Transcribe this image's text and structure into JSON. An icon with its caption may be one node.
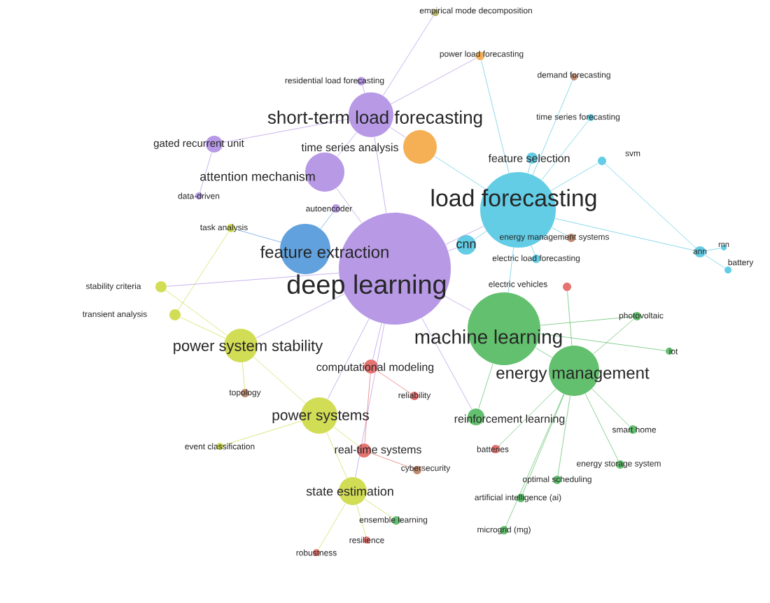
{
  "diagram": {
    "nodes": [
      {
        "text": [
          "empirical mode decomposition"
        ]
      },
      {
        "text": [
          "power load forecasting"
        ]
      },
      {
        "text": [
          "residential load forecasting"
        ]
      },
      {
        "text": [
          "demand forecasting"
        ]
      },
      {
        "text": [
          "short-term load forecasting"
        ]
      },
      {
        "text": [
          "time series forecasting"
        ]
      },
      {
        "text": [
          "gated recurrent unit"
        ]
      },
      {
        "text": [
          "time series analysis"
        ]
      },
      {
        "text": [
          "svm"
        ]
      },
      {
        "text": [
          "attention mechanism"
        ]
      },
      {
        "text": [
          "load forecasting"
        ]
      },
      {
        "text": [
          "feature selection"
        ]
      },
      {
        "text": [
          "data-driven"
        ]
      },
      {
        "text": [
          "autoencoder"
        ]
      },
      {
        "text": [
          "task analysis"
        ]
      },
      {
        "text": [
          "feature extraction"
        ]
      },
      {
        "text": [
          "energy management systems"
        ]
      },
      {
        "text": [
          "cnn"
        ]
      },
      {
        "text": [
          "ann"
        ]
      },
      {
        "text": [
          "rnn"
        ]
      },
      {
        "text": [
          "battery"
        ]
      },
      {
        "text": [
          "electric load forecasting"
        ]
      },
      {
        "text": [
          "deep learning"
        ]
      },
      {
        "text": [
          "stability criteria"
        ]
      },
      {
        "text": [
          "electric vehicles"
        ]
      },
      {
        "text": [
          "photovoltaic"
        ]
      },
      {
        "text": [
          "transient analysis"
        ]
      },
      {
        "text": [
          "machine learning"
        ]
      },
      {
        "text": [
          "iot"
        ]
      },
      {
        "text": [
          "power system stability"
        ]
      },
      {
        "text": [
          "computational modeling"
        ]
      },
      {
        "text": [
          "energy management"
        ]
      },
      {
        "text": [
          "reliability"
        ]
      },
      {
        "text": [
          "topology"
        ]
      },
      {
        "text": [
          "power systems"
        ]
      },
      {
        "text": [
          "reinforcement learning"
        ]
      },
      {
        "text": [
          "smart home"
        ]
      },
      {
        "text": [
          "batteries"
        ]
      },
      {
        "text": [
          "real-time systems"
        ]
      },
      {
        "text": [
          "cybersecurity"
        ]
      },
      {
        "text": [
          "event classification"
        ]
      },
      {
        "text": [
          "energy storage system"
        ]
      },
      {
        "text": [
          "optimal scheduling"
        ]
      },
      {
        "text": [
          "state estimation"
        ]
      },
      {
        "text": [
          "artificial intelligence (ai)"
        ]
      },
      {
        "text": [
          "ensemble learning"
        ]
      },
      {
        "text": [
          "microgrid (mg)"
        ]
      },
      {
        "text": [
          "resilience"
        ]
      },
      {
        "text": [
          "robustness"
        ]
      }
    ],
    "edges": [
      {
        "from": 22,
        "to": 27,
        "arrow": "none",
        "color": "#a57fe0"
      },
      {
        "from": 22,
        "to": 10,
        "arrow": "none",
        "color": "#a57fe0"
      },
      {
        "from": 22,
        "to": 15,
        "arrow": "none",
        "color": "#a57fe0"
      },
      {
        "from": 22,
        "to": 4,
        "arrow": "none",
        "color": "#a57fe0"
      },
      {
        "from": 22,
        "to": 9,
        "arrow": "none",
        "color": "#a57fe0"
      },
      {
        "from": 22,
        "to": 29,
        "arrow": "none",
        "color": "#a57fe0"
      },
      {
        "from": 22,
        "to": 34,
        "arrow": "none",
        "color": "#a57fe0"
      },
      {
        "from": 22,
        "to": 30,
        "arrow": "none",
        "color": "#a57fe0"
      },
      {
        "from": 22,
        "to": 17,
        "arrow": "none",
        "color": "#a57fe0"
      },
      {
        "from": 22,
        "to": 43,
        "arrow": "none",
        "color": "#a57fe0"
      },
      {
        "from": 22,
        "to": 35,
        "arrow": "none",
        "color": "#a57fe0"
      },
      {
        "from": 6,
        "to": 12,
        "arrow": "none",
        "color": "#a57fe0"
      },
      {
        "from": 14,
        "to": 26,
        "arrow": "none",
        "color": "#c5d52a"
      },
      {
        "from": 22,
        "to": 23,
        "arrow": "none",
        "color": "#a57fe0"
      },
      {
        "from": 10,
        "to": 27,
        "arrow": "none",
        "color": "#3cc0e0"
      },
      {
        "from": 10,
        "to": 17,
        "arrow": "none",
        "color": "#3cc0e0"
      },
      {
        "from": 10,
        "to": 11,
        "arrow": "none",
        "color": "#3cc0e0"
      },
      {
        "from": 10,
        "to": 21,
        "arrow": "none",
        "color": "#3cc0e0"
      },
      {
        "from": 10,
        "to": 7,
        "arrow": "none",
        "color": "#3cc0e0"
      },
      {
        "from": 10,
        "to": 8,
        "arrow": "none",
        "color": "#3cc0e0"
      },
      {
        "from": 10,
        "to": 18,
        "arrow": "none",
        "color": "#3cc0e0"
      },
      {
        "from": 10,
        "to": 5,
        "arrow": "none",
        "color": "#3cc0e0"
      },
      {
        "from": 10,
        "to": 3,
        "arrow": "none",
        "color": "#3cc0e0"
      },
      {
        "from": 10,
        "to": 1,
        "arrow": "none",
        "color": "#3cc0e0"
      },
      {
        "from": 10,
        "to": 16,
        "arrow": "none",
        "color": "#3cc0e0"
      },
      {
        "from": 4,
        "to": 2,
        "arrow": "none",
        "color": "#a57fe0"
      },
      {
        "from": 4,
        "to": 6,
        "arrow": "none",
        "color": "#a57fe0"
      },
      {
        "from": 4,
        "to": 9,
        "arrow": "none",
        "color": "#a57fe0"
      },
      {
        "from": 4,
        "to": 7,
        "arrow": "none",
        "color": "#a57fe0"
      },
      {
        "from": 4,
        "to": 1,
        "arrow": "none",
        "color": "#a57fe0"
      },
      {
        "from": 4,
        "to": 0,
        "arrow": "none",
        "color": "#a57fe0"
      },
      {
        "from": 27,
        "to": 31,
        "arrow": "none",
        "color": "#3cb04a"
      },
      {
        "from": 27,
        "to": 25,
        "arrow": "none",
        "color": "#3cb04a"
      },
      {
        "from": 27,
        "to": 35,
        "arrow": "none",
        "color": "#3cb04a"
      },
      {
        "from": 27,
        "to": 28,
        "arrow": "none",
        "color": "#3cb04a"
      },
      {
        "from": 31,
        "to": 36,
        "arrow": "none",
        "color": "#3cb04a"
      },
      {
        "from": 31,
        "to": 41,
        "arrow": "none",
        "color": "#3cb04a"
      },
      {
        "from": 31,
        "to": 42,
        "arrow": "none",
        "color": "#3cb04a"
      },
      {
        "from": 31,
        "to": 44,
        "arrow": "none",
        "color": "#3cb04a"
      },
      {
        "from": 31,
        "to": 46,
        "arrow": "none",
        "color": "#3cb04a"
      },
      {
        "from": 31,
        "to": 37,
        "arrow": "none",
        "color": "#3cb04a"
      },
      {
        "from": 31,
        "to": 24,
        "arrow": "none",
        "color": "#3cb04a"
      },
      {
        "from": 31,
        "to": 25,
        "arrow": "none",
        "color": "#3cb04a"
      },
      {
        "from": 18,
        "to": 19,
        "arrow": "none",
        "color": "#3cc0e0"
      },
      {
        "from": 18,
        "to": 20,
        "arrow": "none",
        "color": "#3cc0e0"
      },
      {
        "from": 8,
        "to": 18,
        "arrow": "none",
        "color": "#3cc0e0"
      },
      {
        "from": 29,
        "to": 34,
        "arrow": "none",
        "color": "#c5d52a"
      },
      {
        "from": 29,
        "to": 26,
        "arrow": "none",
        "color": "#c5d52a"
      },
      {
        "from": 29,
        "to": 23,
        "arrow": "none",
        "color": "#c5d52a"
      },
      {
        "from": 29,
        "to": 33,
        "arrow": "none",
        "color": "#c5d52a"
      },
      {
        "from": 34,
        "to": 40,
        "arrow": "none",
        "color": "#c5d52a"
      },
      {
        "from": 34,
        "to": 43,
        "arrow": "none",
        "color": "#c5d52a"
      },
      {
        "from": 43,
        "to": 48,
        "arrow": "none",
        "color": "#c5d52a"
      },
      {
        "from": 43,
        "to": 47,
        "arrow": "none",
        "color": "#c5d52a"
      },
      {
        "from": 43,
        "to": 45,
        "arrow": "none",
        "color": "#c5d52a"
      },
      {
        "from": 34,
        "to": 38,
        "arrow": "none",
        "color": "#c5d52a"
      },
      {
        "from": 38,
        "to": 39,
        "arrow": "none",
        "color": "#e0504c"
      },
      {
        "from": 30,
        "to": 32,
        "arrow": "none",
        "color": "#e0504c"
      },
      {
        "from": 30,
        "to": 38,
        "arrow": "none",
        "color": "#e0504c"
      },
      {
        "from": 15,
        "to": 13,
        "arrow": "none",
        "color": "#3a8ad6"
      },
      {
        "from": 15,
        "to": 14,
        "arrow": "none",
        "color": "#3a8ad6"
      }
    ]
  }
}
